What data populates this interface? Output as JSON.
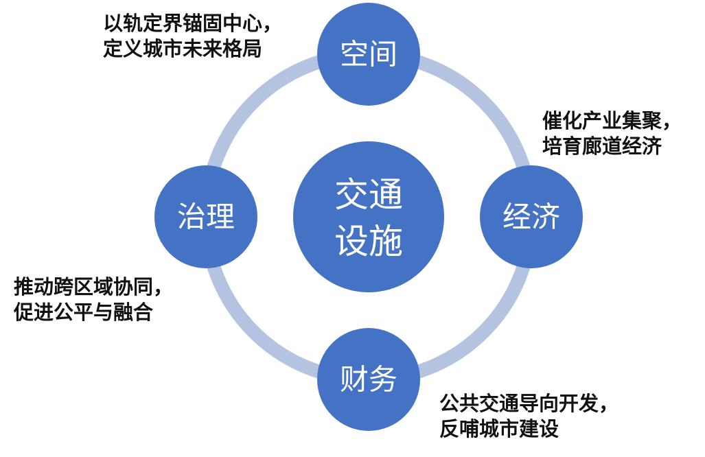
{
  "center": {
    "line1": "交通",
    "line2": "设施"
  },
  "nodes": {
    "space": "空间",
    "economy": "经济",
    "finance": "财务",
    "governance": "治理"
  },
  "annotations": {
    "space": [
      "以轨定界锚固中心，",
      "定义城市未来格局"
    ],
    "economy": [
      "催化产业集聚，",
      "培育廊道经济"
    ],
    "finance": [
      "公共交通导向开发，",
      "反哺城市建设"
    ],
    "governance": [
      "推动跨区域协同，",
      "促进公平与融合"
    ]
  },
  "colors": {
    "node_fill": "#4472c4",
    "ring": "#b4c3e0",
    "node_text": "#ffffff",
    "annotation_text": "#111111"
  }
}
